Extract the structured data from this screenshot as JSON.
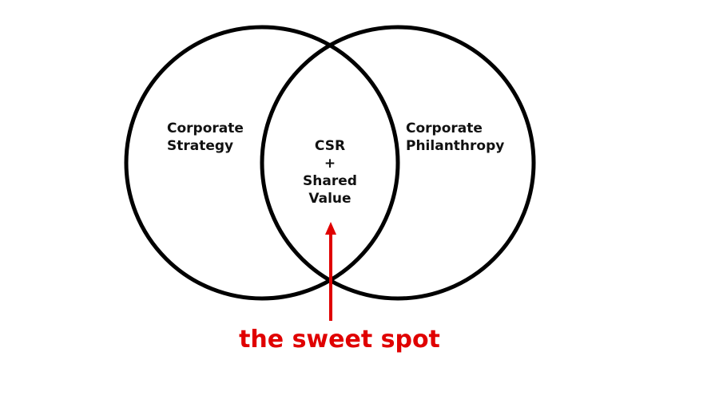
{
  "diagram": {
    "left_circle": {
      "line1": "Corporate",
      "line2": "Strategy"
    },
    "right_circle": {
      "line1": "Corporate",
      "line2": "Philanthropy"
    },
    "overlap": {
      "line1": "CSR",
      "line2": "+",
      "line3": "Shared",
      "line4": "Value"
    },
    "callout": {
      "text": "the sweet spot",
      "color": "#e00000"
    },
    "stroke_color": "#000000"
  }
}
